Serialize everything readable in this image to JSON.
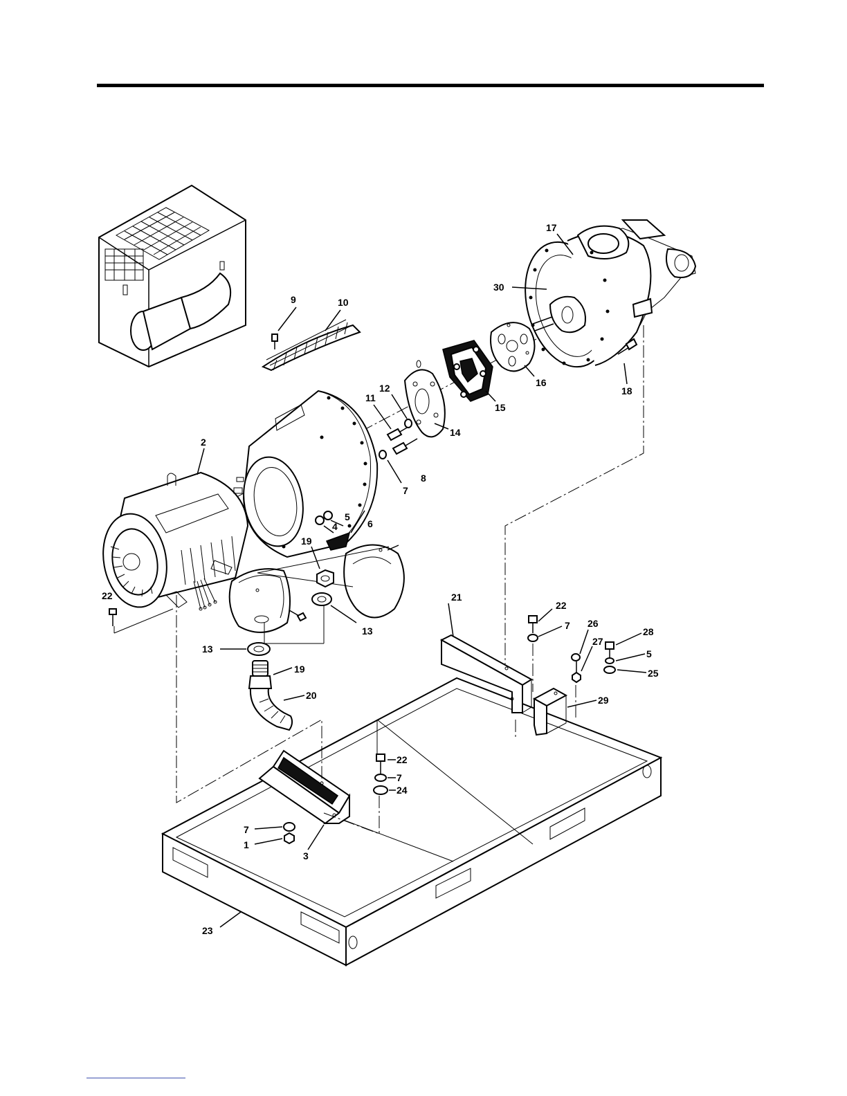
{
  "callouts": {
    "c1": "1",
    "c2": "2",
    "c3": "3",
    "c4": "4",
    "c5a": "5",
    "c5b": "5",
    "c6": "6",
    "c7a": "7",
    "c7b": "7",
    "c7c": "7",
    "c7d": "7",
    "c8": "8",
    "c9": "9",
    "c10": "10",
    "c11": "11",
    "c12": "12",
    "c13a": "13",
    "c13b": "13",
    "c14": "14",
    "c15": "15",
    "c16": "16",
    "c17": "17",
    "c18": "18",
    "c19a": "19",
    "c19b": "19",
    "c20": "20",
    "c21": "21",
    "c22a": "22",
    "c22b": "22",
    "c22c": "22",
    "c23": "23",
    "c24": "24",
    "c25": "25",
    "c26": "26",
    "c27": "27",
    "c28": "28",
    "c29": "29",
    "c30": "30"
  }
}
